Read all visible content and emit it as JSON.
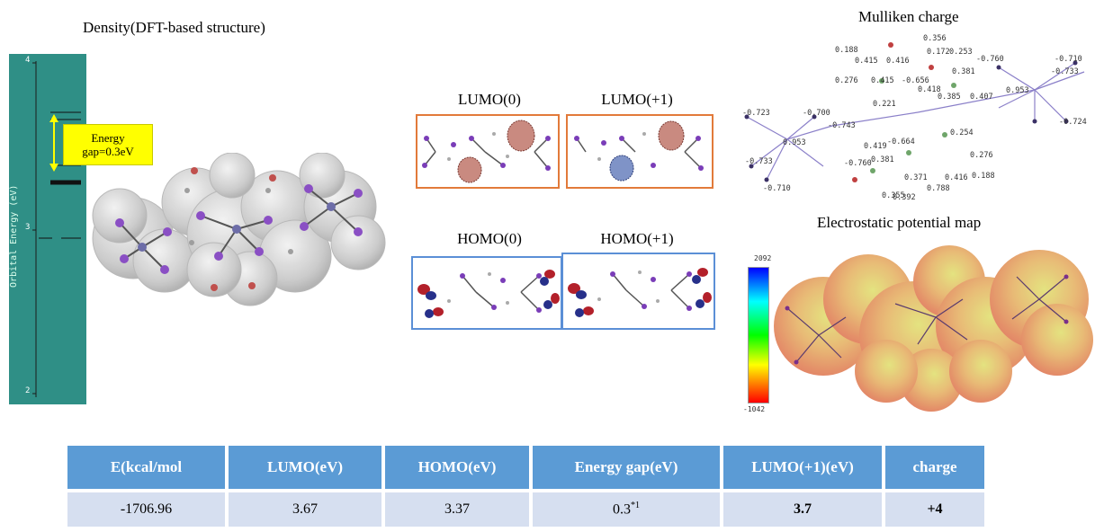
{
  "density": {
    "title": "Density(DFT-based structure)"
  },
  "energy_diagram": {
    "axis_label": "Orbital Energy (eV)",
    "ticks": [
      "4",
      "3",
      "2"
    ],
    "gap_text_line1": "Energy",
    "gap_text_line2": "gap=0.3eV"
  },
  "orbitals": {
    "lumo0_label": "LUMO(0)",
    "lumo1_label": "LUMO(+1)",
    "homo0_label": "HOMO(0)",
    "homo1_label": "HOMO(+1)"
  },
  "mulliken": {
    "title": "Mulliken charge",
    "labels": [
      "0.188",
      "0.415",
      "0.416",
      "0.356",
      "0.172",
      "0.253",
      "-0.760",
      "-0.710",
      "-0.733",
      "0.276",
      "0.415",
      "-0.656",
      "0.418",
      "0.381",
      "0.953",
      "-0.723",
      "-0.700",
      "-0.743",
      "0.221",
      "0.385",
      "0.407",
      "-0.724",
      "0.953",
      "0.254",
      "0.419",
      "-0.664",
      "-0.733",
      "-0.710",
      "-0.760",
      "0.381",
      "0.371",
      "0.416",
      "0.276",
      "0.788",
      "0.188",
      "0.355",
      "0.392"
    ]
  },
  "esp": {
    "title": "Electrostatic potential map",
    "colorbar_max": "2092",
    "colorbar_min": "-1042"
  },
  "table": {
    "headers": [
      "E(kcal/mol",
      "LUMO(eV)",
      "HOMO(eV)",
      "Energy gap(eV)",
      "LUMO(+1)(eV)",
      "charge"
    ],
    "row": {
      "e": "-1706.96",
      "lumo": "3.67",
      "homo": "3.37",
      "gap": "0.3",
      "gap_note": "*1",
      "lumo1": "3.7",
      "charge": "+4"
    }
  }
}
